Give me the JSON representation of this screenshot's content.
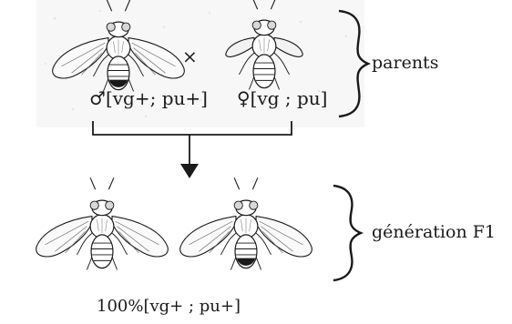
{
  "parents": {
    "label": "parents",
    "cross_symbol": "×",
    "male": {
      "symbol": "♂",
      "genotype": "[vg+; pu+]"
    },
    "female": {
      "symbol": "♀",
      "genotype": "[vg ; pu]"
    }
  },
  "f1": {
    "label": "génération F1",
    "result": "100%[vg+ ; pu+]"
  },
  "icons": [
    "drosophila-long-wing",
    "drosophila-vestigial-wing",
    "arrow-down",
    "curly-brace"
  ],
  "colors": {
    "ink": "#1a1a1a",
    "speckle": "#e8e8e8"
  }
}
